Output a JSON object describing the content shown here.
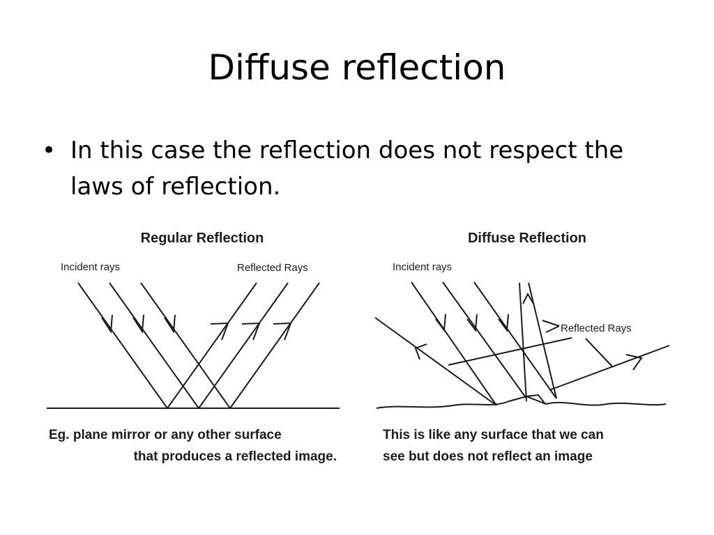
{
  "slide": {
    "title": "Diffuse reflection",
    "bullet": "In this case the reflection does not respect the laws of reflection."
  },
  "figure": {
    "regular": {
      "heading": "Regular Reflection",
      "incident_label": "Incident rays",
      "reflected_label": "Reflected Rays",
      "caption_line1": "Eg. plane mirror or any other surface",
      "caption_line2": "that produces a reflected image."
    },
    "diffuse": {
      "heading": "Diffuse Reflection",
      "incident_label": "Incident rays",
      "reflected_label": "Reflected Rays",
      "caption_line1": "This is like any surface that we can",
      "caption_line2": "see but does not reflect an image"
    }
  }
}
